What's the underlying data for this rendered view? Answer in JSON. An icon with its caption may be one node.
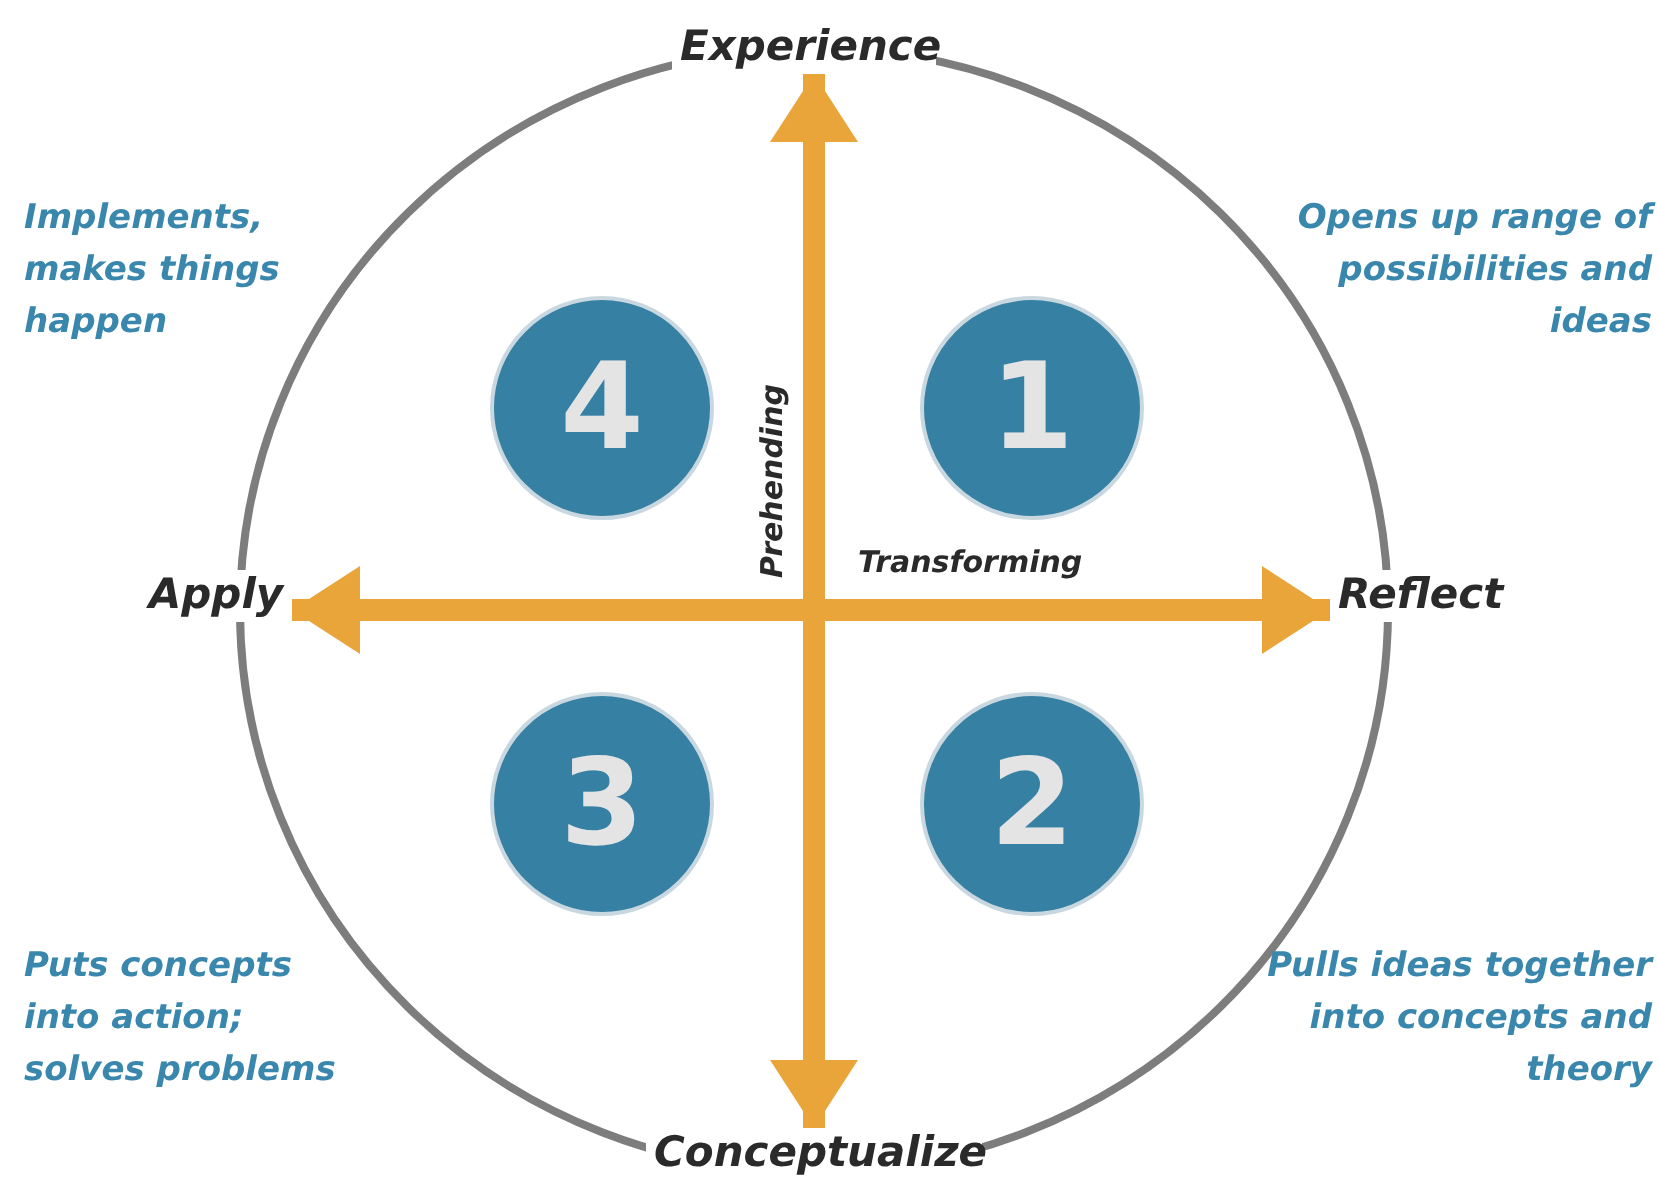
{
  "diagram": {
    "nodes": [
      {
        "text": [
          "Experience"
        ]
      },
      {
        "text": [
          "4"
        ]
      },
      {
        "text": [
          "1"
        ]
      },
      {
        "text": [
          "Apply"
        ]
      },
      {
        "text": [
          "Reflect"
        ]
      },
      {
        "text": [
          "3"
        ]
      },
      {
        "text": [
          "2"
        ]
      },
      {
        "text": [
          "Conceptualize"
        ]
      }
    ],
    "edges": [
      {
        "from": 0,
        "to": 7,
        "arrow": "both",
        "label": "Prehending"
      },
      {
        "from": 3,
        "to": 4,
        "arrow": "both",
        "label": "Transforming"
      }
    ],
    "labels": [
      "Implements, makes things happen",
      "Opens up range of possibilities and ideas",
      "Puts concepts into action; solves problems",
      "Pulls ideas together into concepts and theory"
    ]
  }
}
